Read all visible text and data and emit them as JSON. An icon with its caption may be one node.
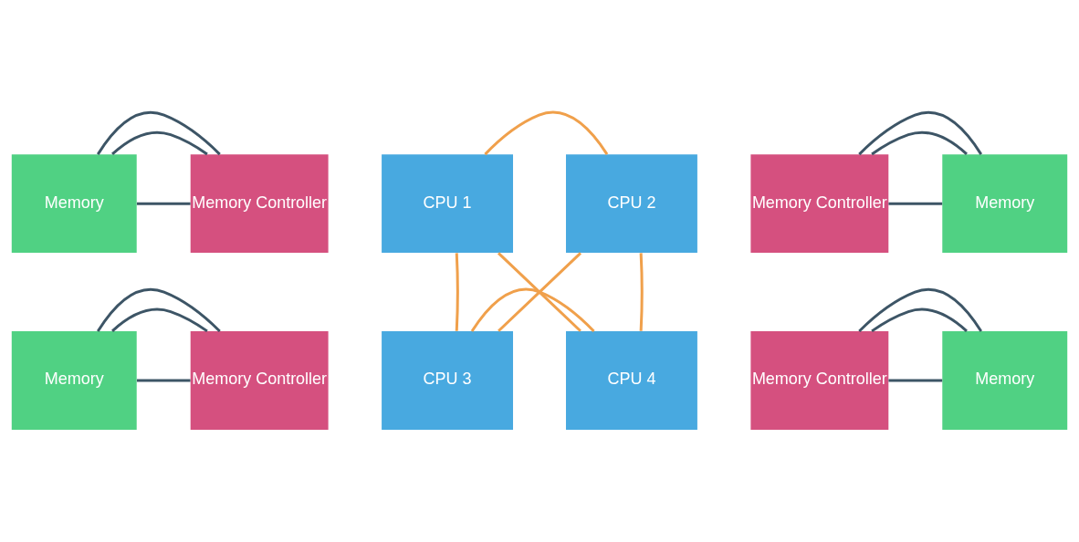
{
  "diagram": {
    "nodes": [
      {
        "text": [
          "Memory"
        ]
      },
      {
        "text": [
          "Memory Controller"
        ]
      },
      {
        "text": [
          "CPU 1"
        ]
      },
      {
        "text": [
          "CPU 2"
        ]
      },
      {
        "text": [
          "Memory Controller"
        ]
      },
      {
        "text": [
          "Memory"
        ]
      },
      {
        "text": [
          "Memory"
        ]
      },
      {
        "text": [
          "Memory Controller"
        ]
      },
      {
        "text": [
          "CPU 3"
        ]
      },
      {
        "text": [
          "CPU 4"
        ]
      },
      {
        "text": [
          "Memory Controller"
        ]
      },
      {
        "text": [
          "Memory"
        ]
      }
    ],
    "edges": [
      {
        "from": 0,
        "to": 1,
        "arrow": "none"
      },
      {
        "from": 0,
        "to": 1,
        "arrow": "none"
      },
      {
        "from": 0,
        "to": 1,
        "arrow": "none"
      },
      {
        "from": 2,
        "to": 3,
        "arrow": "none",
        "color": "#f0a04b"
      },
      {
        "from": 2,
        "to": 9,
        "arrow": "none",
        "color": "#f0a04b"
      },
      {
        "from": 2,
        "to": 8,
        "arrow": "none",
        "color": "#f0a04b"
      },
      {
        "from": 4,
        "to": 5,
        "arrow": "none"
      },
      {
        "from": 4,
        "to": 5,
        "arrow": "none"
      },
      {
        "from": 4,
        "to": 5,
        "arrow": "none"
      },
      {
        "from": 3,
        "to": 9,
        "arrow": "none",
        "color": "#f0a04b"
      },
      {
        "from": 8,
        "to": 3,
        "arrow": "none",
        "color": "#f0a04b"
      },
      {
        "from": 6,
        "to": 7,
        "arrow": "none"
      },
      {
        "from": 6,
        "to": 7,
        "arrow": "none"
      },
      {
        "from": 6,
        "to": 7,
        "arrow": "none"
      },
      {
        "from": 8,
        "to": 9,
        "arrow": "none",
        "color": "#f0a04b"
      },
      {
        "from": 10,
        "to": 11,
        "arrow": "none"
      },
      {
        "from": 10,
        "to": 11,
        "arrow": "none"
      },
      {
        "from": 10,
        "to": 11,
        "arrow": "none"
      }
    ]
  }
}
